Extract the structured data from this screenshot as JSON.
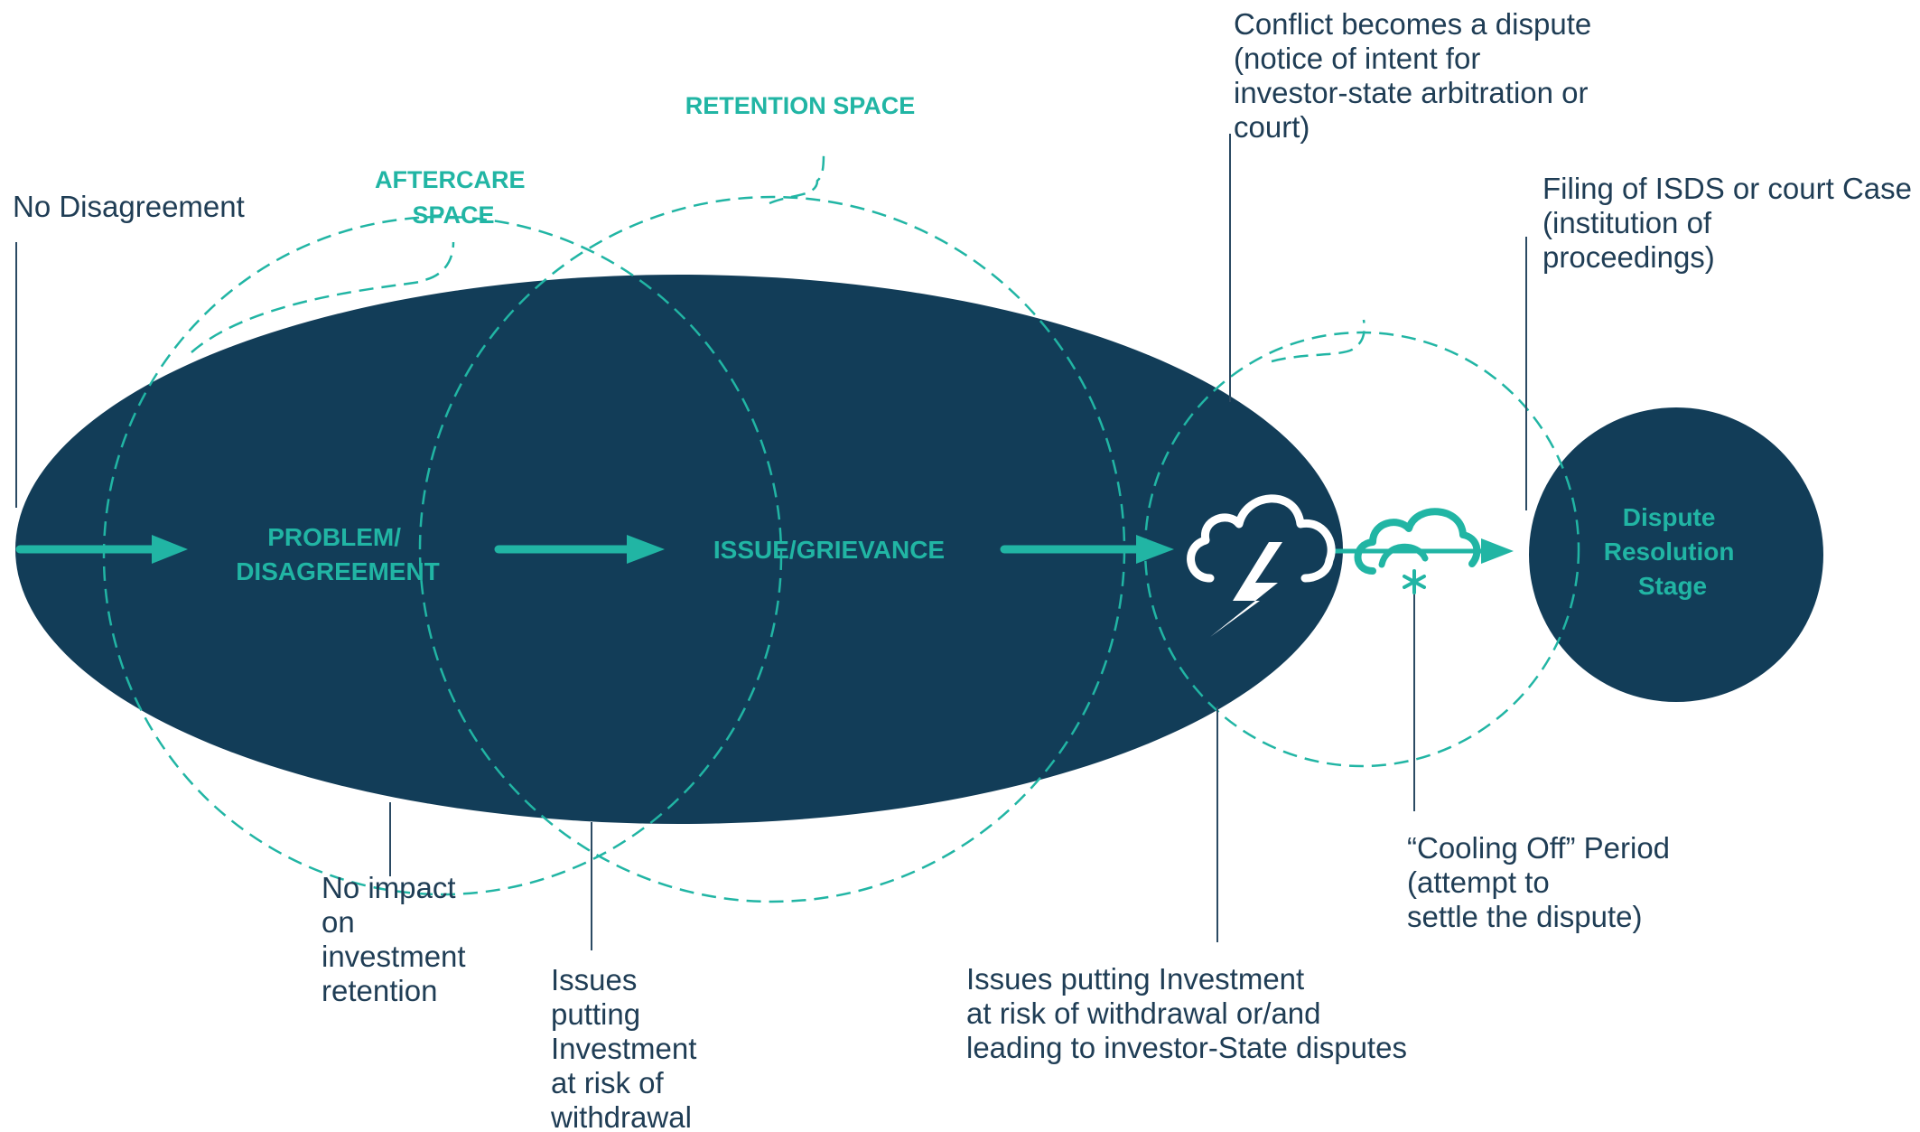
{
  "colors": {
    "navy": "#123d58",
    "teal": "#21b5a4",
    "text": "#1f3d55",
    "white": "#ffffff"
  },
  "labels": {
    "no_disagreement": "No Disagreement",
    "aftercare": [
      "AFTERCARE",
      "SPACE"
    ],
    "retention": "RETENTION SPACE",
    "conflict": [
      "Conflict becomes a dispute",
      "(notice of intent for",
      "investor-state arbitration or",
      "court)"
    ],
    "filing": [
      "Filing of ISDS or court Case",
      "(institution of",
      "proceedings)"
    ],
    "problem": [
      "PROBLEM/",
      "DISAGREEMENT"
    ],
    "issue": "ISSUE/GRIEVANCE",
    "dispute_stage": [
      "Dispute",
      "Resolution",
      "Stage"
    ],
    "no_impact": [
      "No impact",
      "on",
      "investment",
      "retention"
    ],
    "issues_withdrawal": [
      "Issues",
      "putting",
      "Investment",
      "at risk of",
      "withdrawal"
    ],
    "issues_disputes": [
      "Issues putting Investment",
      "at risk of withdrawal or/and",
      "leading to investor-State disputes"
    ],
    "cooling_off": [
      "“Cooling Off” Period",
      "(attempt to",
      "settle the dispute)"
    ]
  },
  "icons": {
    "storm": "storm-cloud-lightning-icon",
    "cooling": "cloud-snowflake-icon"
  }
}
